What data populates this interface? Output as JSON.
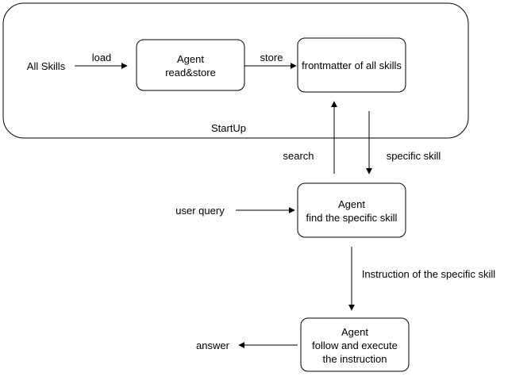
{
  "diagram": {
    "group": {
      "label": "StartUp"
    },
    "nodes": {
      "agent_read": {
        "lines": [
          "Agent",
          "read&store"
        ]
      },
      "frontmatter": {
        "lines": [
          "frontmatter of all skills"
        ]
      },
      "agent_find": {
        "lines": [
          "Agent",
          "find the specific skill"
        ]
      },
      "agent_follow": {
        "lines": [
          "Agent",
          "follow and execute",
          "the instruction"
        ]
      }
    },
    "labels": {
      "all_skills": "All Skills",
      "user_query": "user query",
      "answer": "answer"
    },
    "edges": {
      "load": "load",
      "store": "store",
      "search": "search",
      "specific_skill": "specific skill",
      "instruction": "Instruction of the specific skill"
    },
    "colors": {
      "stroke": "#000000",
      "fill": "#ffffff",
      "text": "#000000"
    }
  }
}
